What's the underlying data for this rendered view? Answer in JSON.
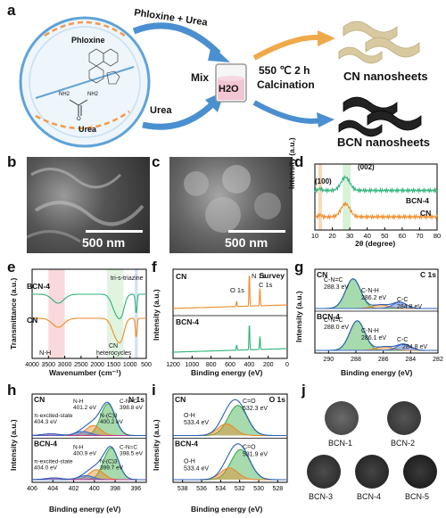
{
  "panel_letters": [
    "a",
    "b",
    "c",
    "d",
    "e",
    "f",
    "g",
    "h",
    "i",
    "j"
  ],
  "panel_a": {
    "arrow_top": "Phloxine + Urea",
    "arrow_bottom": "Urea",
    "circle_top_label": "Phloxine",
    "circle_bottom_label": "Urea",
    "mix": "Mix",
    "beaker": "H2O",
    "condition_line1": "550 ℃ 2 h",
    "condition_line2": "Calcination",
    "product_top": "CN nanosheets",
    "product_bottom": "BCN nanosheets",
    "urea_atoms": [
      "NH2",
      "NH2",
      "O"
    ]
  },
  "panel_b": {
    "scale": "500 nm"
  },
  "panel_c": {
    "scale": "500 nm"
  },
  "panel_d": {
    "chart_data": {
      "type": "line",
      "xlabel": "2θ (degree)",
      "ylabel": "Intensity (a.u.)",
      "xticks": [
        10,
        20,
        30,
        40,
        50,
        60,
        70,
        80
      ],
      "xlim": [
        10,
        80
      ],
      "peak_labels": [
        "(100)",
        "(002)"
      ],
      "series": [
        {
          "name": "BCN-4",
          "color": "#2db37a",
          "x": [
            10,
            13,
            20,
            25,
            27.5,
            30,
            35,
            45,
            60,
            80
          ],
          "y": [
            0.62,
            0.64,
            0.63,
            0.72,
            0.82,
            0.72,
            0.64,
            0.61,
            0.59,
            0.58
          ]
        },
        {
          "name": "CN",
          "color": "#f08a24",
          "x": [
            10,
            13,
            20,
            25,
            27.5,
            30,
            35,
            45,
            60,
            80
          ],
          "y": [
            0.22,
            0.25,
            0.24,
            0.34,
            0.46,
            0.32,
            0.24,
            0.21,
            0.19,
            0.18
          ]
        }
      ]
    }
  },
  "panel_e": {
    "chart_data": {
      "type": "line",
      "xlabel": "Wavenumber (cm⁻¹)",
      "ylabel": "Transmittance (a.u.)",
      "xticks": [
        4000,
        3500,
        3000,
        2500,
        2000,
        1500,
        1000,
        500
      ],
      "annotations": [
        "tri-s-triazine",
        "N-H",
        "CN heterocycles"
      ],
      "series": [
        {
          "name": "BCN-4",
          "color": "#2db37a"
        },
        {
          "name": "CN",
          "color": "#f08a24"
        }
      ]
    }
  },
  "panel_f": {
    "chart_data": {
      "type": "line",
      "title": "Survey",
      "xlabel": "Binding energy (eV)",
      "ylabel": "Intensity (a.u.)",
      "xticks": [
        1200,
        1000,
        800,
        600,
        400,
        200,
        0
      ],
      "peak_labels": [
        "O 1s",
        "N 1s",
        "C 1s"
      ],
      "series": [
        {
          "name": "CN",
          "color": "#f08a24"
        },
        {
          "name": "BCN-4",
          "color": "#2db37a"
        }
      ]
    }
  },
  "panel_g": {
    "chart_data": {
      "type": "line",
      "title": "C 1s",
      "xlabel": "Binding energy (eV)",
      "ylabel": "Intensity (a.u.)",
      "xticks": [
        290,
        288,
        286,
        284,
        282
      ],
      "series": [
        {
          "name": "CN"
        },
        {
          "name": "BCN-4"
        }
      ],
      "peaks_CN": [
        {
          "label": "C-N=C",
          "value": "288.3 eV"
        },
        {
          "label": "C-N-H",
          "value": "286.2 eV"
        },
        {
          "label": "C-C",
          "value": "284.8 eV"
        }
      ],
      "peaks_BCN": [
        {
          "label": "C-N=C",
          "value": "288.0 eV"
        },
        {
          "label": "C-N-H",
          "value": "286.1 eV"
        },
        {
          "label": "C-C",
          "value": "284.8 eV"
        }
      ]
    }
  },
  "panel_h": {
    "chart_data": {
      "type": "line",
      "title": "N 1s",
      "xlabel": "Binding energy (eV)",
      "ylabel": "Intensity (a.u.)",
      "xticks": [
        406,
        404,
        402,
        400,
        398,
        396
      ],
      "series": [
        {
          "name": "CN"
        },
        {
          "name": "BCN-4"
        }
      ],
      "peaks_CN": [
        {
          "label": "N-H",
          "value": "401.2 eV"
        },
        {
          "label": "C-N=C",
          "value": "398.8 eV"
        },
        {
          "label": "π-excited-state",
          "value": "404.3 eV"
        },
        {
          "label": "N-(C)3",
          "value": "400.2 eV"
        }
      ],
      "peaks_BCN": [
        {
          "label": "N-H",
          "value": "400.9 eV"
        },
        {
          "label": "C-N=C",
          "value": "398.5 eV"
        },
        {
          "label": "π-excited-state",
          "value": "404.0 eV"
        },
        {
          "label": "N-(C)3",
          "value": "399.7 eV"
        }
      ]
    }
  },
  "panel_i": {
    "chart_data": {
      "type": "line",
      "title": "O 1s",
      "xlabel": "Binding energy (eV)",
      "ylabel": "Intensity (a.u.)",
      "xticks": [
        538,
        536,
        534,
        532,
        530,
        528
      ],
      "series": [
        {
          "name": "CN"
        },
        {
          "name": "BCN-4"
        }
      ],
      "peaks_CN": [
        {
          "label": "C=O",
          "value": "532.3 eV"
        },
        {
          "label": "O-H",
          "value": "533.4 eV"
        }
      ],
      "peaks_BCN": [
        {
          "label": "C=O",
          "value": "531.9 eV"
        },
        {
          "label": "O-H",
          "value": "533.4 eV"
        }
      ]
    }
  },
  "panel_j": {
    "samples": [
      "BCN-1",
      "BCN-2",
      "BCN-3",
      "BCN-4",
      "BCN-5"
    ]
  }
}
